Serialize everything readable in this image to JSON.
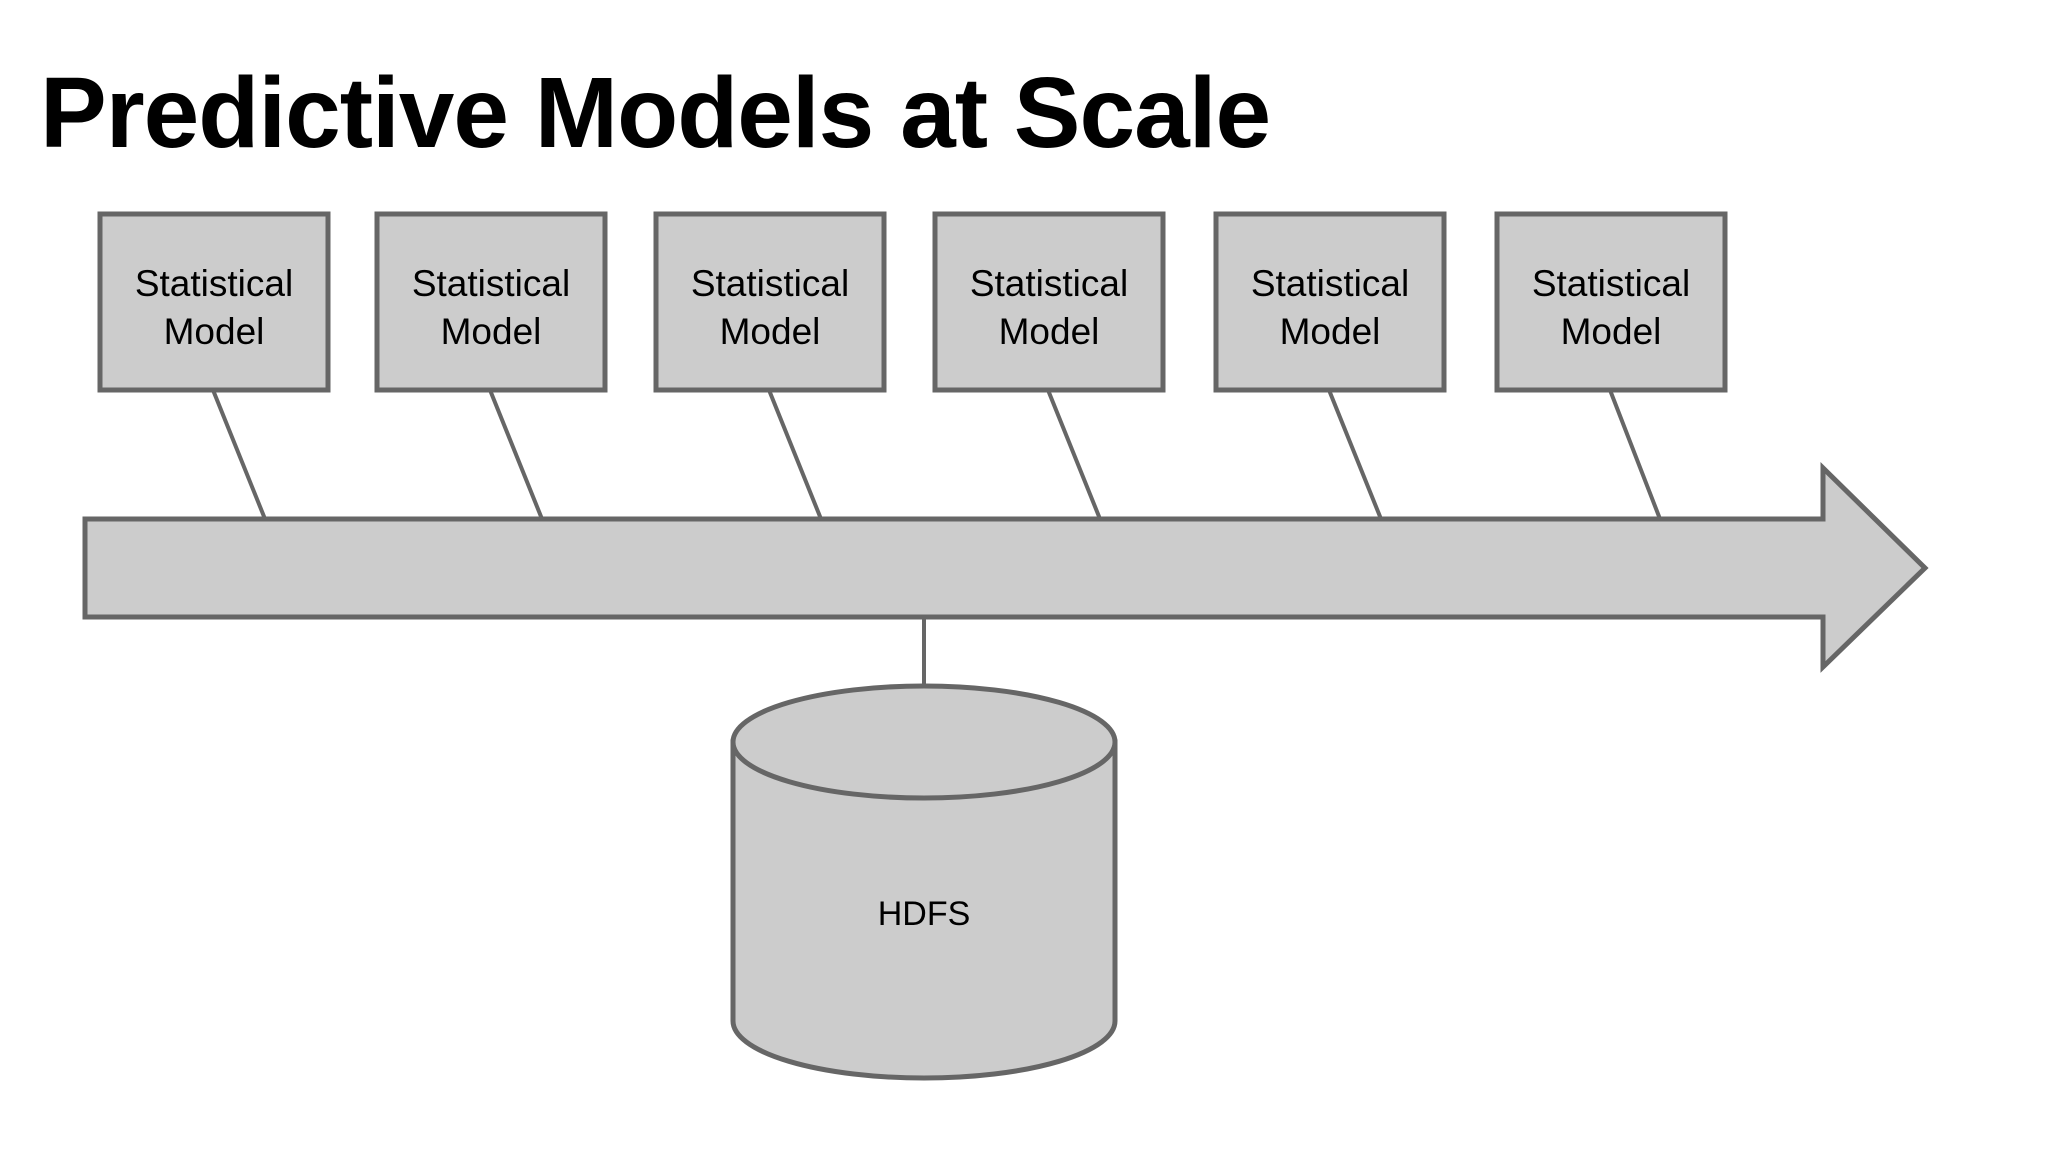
{
  "slide": {
    "title": "Predictive Models at Scale",
    "background_color": "#ffffff"
  },
  "theme": {
    "shape_fill": "#cccccc",
    "shape_stroke": "#666666",
    "text_color": "#000000"
  },
  "diagram": {
    "type": "pipeline-with-datastore",
    "models": [
      {
        "line1": "Statistical",
        "line2": "Model"
      },
      {
        "line1": "Statistical",
        "line2": "Model"
      },
      {
        "line1": "Statistical",
        "line2": "Model"
      },
      {
        "line1": "Statistical",
        "line2": "Model"
      },
      {
        "line1": "Statistical",
        "line2": "Model"
      },
      {
        "line1": "Statistical",
        "line2": "Model"
      }
    ],
    "arrow": {
      "name": "right-arrow",
      "direction": "right"
    },
    "datastore": {
      "name": "cylinder",
      "label": "HDFS"
    }
  }
}
